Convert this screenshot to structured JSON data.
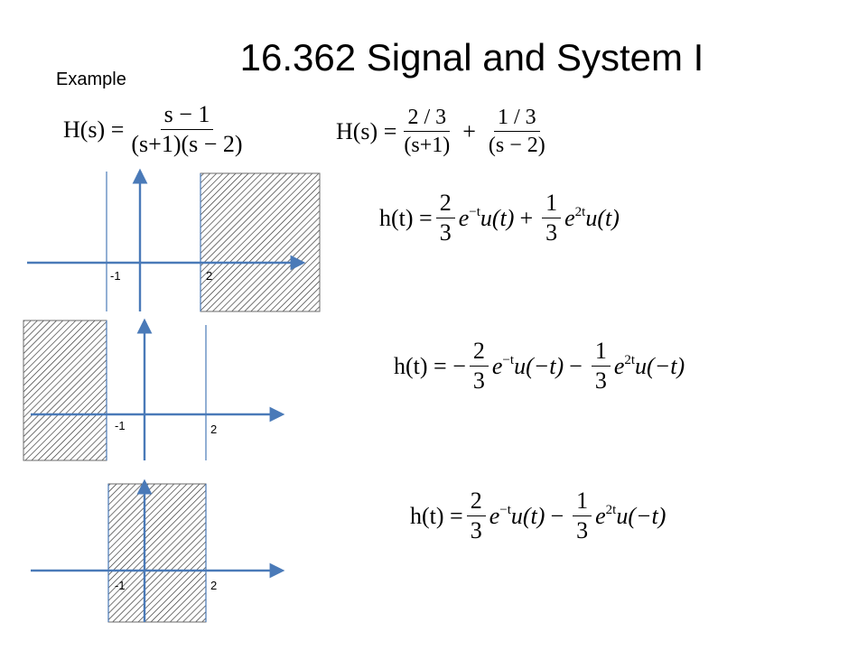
{
  "page": {
    "title": "16.362 Signal and System I",
    "subtitle": "Example"
  },
  "equations": {
    "H_factored": {
      "lhs": "H(s) =",
      "num": "s − 1",
      "den": "(s+1)(s − 2)"
    },
    "H_partial": {
      "lhs": "H(s) =",
      "num1": "2 / 3",
      "den1": "(s+1)",
      "plus": "+",
      "num2": "1 / 3",
      "den2": "(s − 2)"
    },
    "h1": {
      "lhs": "h(t) =",
      "c1n": "2",
      "c1d": "3",
      "t1": "e",
      "t1exp": "−t",
      "t1u": "u(t)",
      "op": "+",
      "c2n": "1",
      "c2d": "3",
      "t2": "e",
      "t2exp": "2t",
      "t2u": "u(t)"
    },
    "h2": {
      "lhs": "h(t) = −",
      "c1n": "2",
      "c1d": "3",
      "t1": "e",
      "t1exp": "−t",
      "t1u": "u(−t)",
      "op": "−",
      "c2n": "1",
      "c2d": "3",
      "t2": "e",
      "t2exp": "2t",
      "t2u": "u(−t)"
    },
    "h3": {
      "lhs": "h(t) =",
      "c1n": "2",
      "c1d": "3",
      "t1": "e",
      "t1exp": "−t",
      "t1u": "u(t)",
      "op": "−",
      "c2n": "1",
      "c2d": "3",
      "t2": "e",
      "t2exp": "2t",
      "t2u": "u(−t)"
    }
  },
  "plots": [
    {
      "roc": "Re{s} > 2",
      "tick_left": "-1",
      "tick_right": "2"
    },
    {
      "roc": "Re{s} < -1",
      "tick_left": "-1",
      "tick_right": "2"
    },
    {
      "roc": "-1 < Re{s} < 2",
      "tick_left": "-1",
      "tick_right": "2"
    }
  ],
  "colors": {
    "axis": "#4a7ab8",
    "hatch": "#2b2b2b",
    "pole_line": "#4a7ab8"
  }
}
